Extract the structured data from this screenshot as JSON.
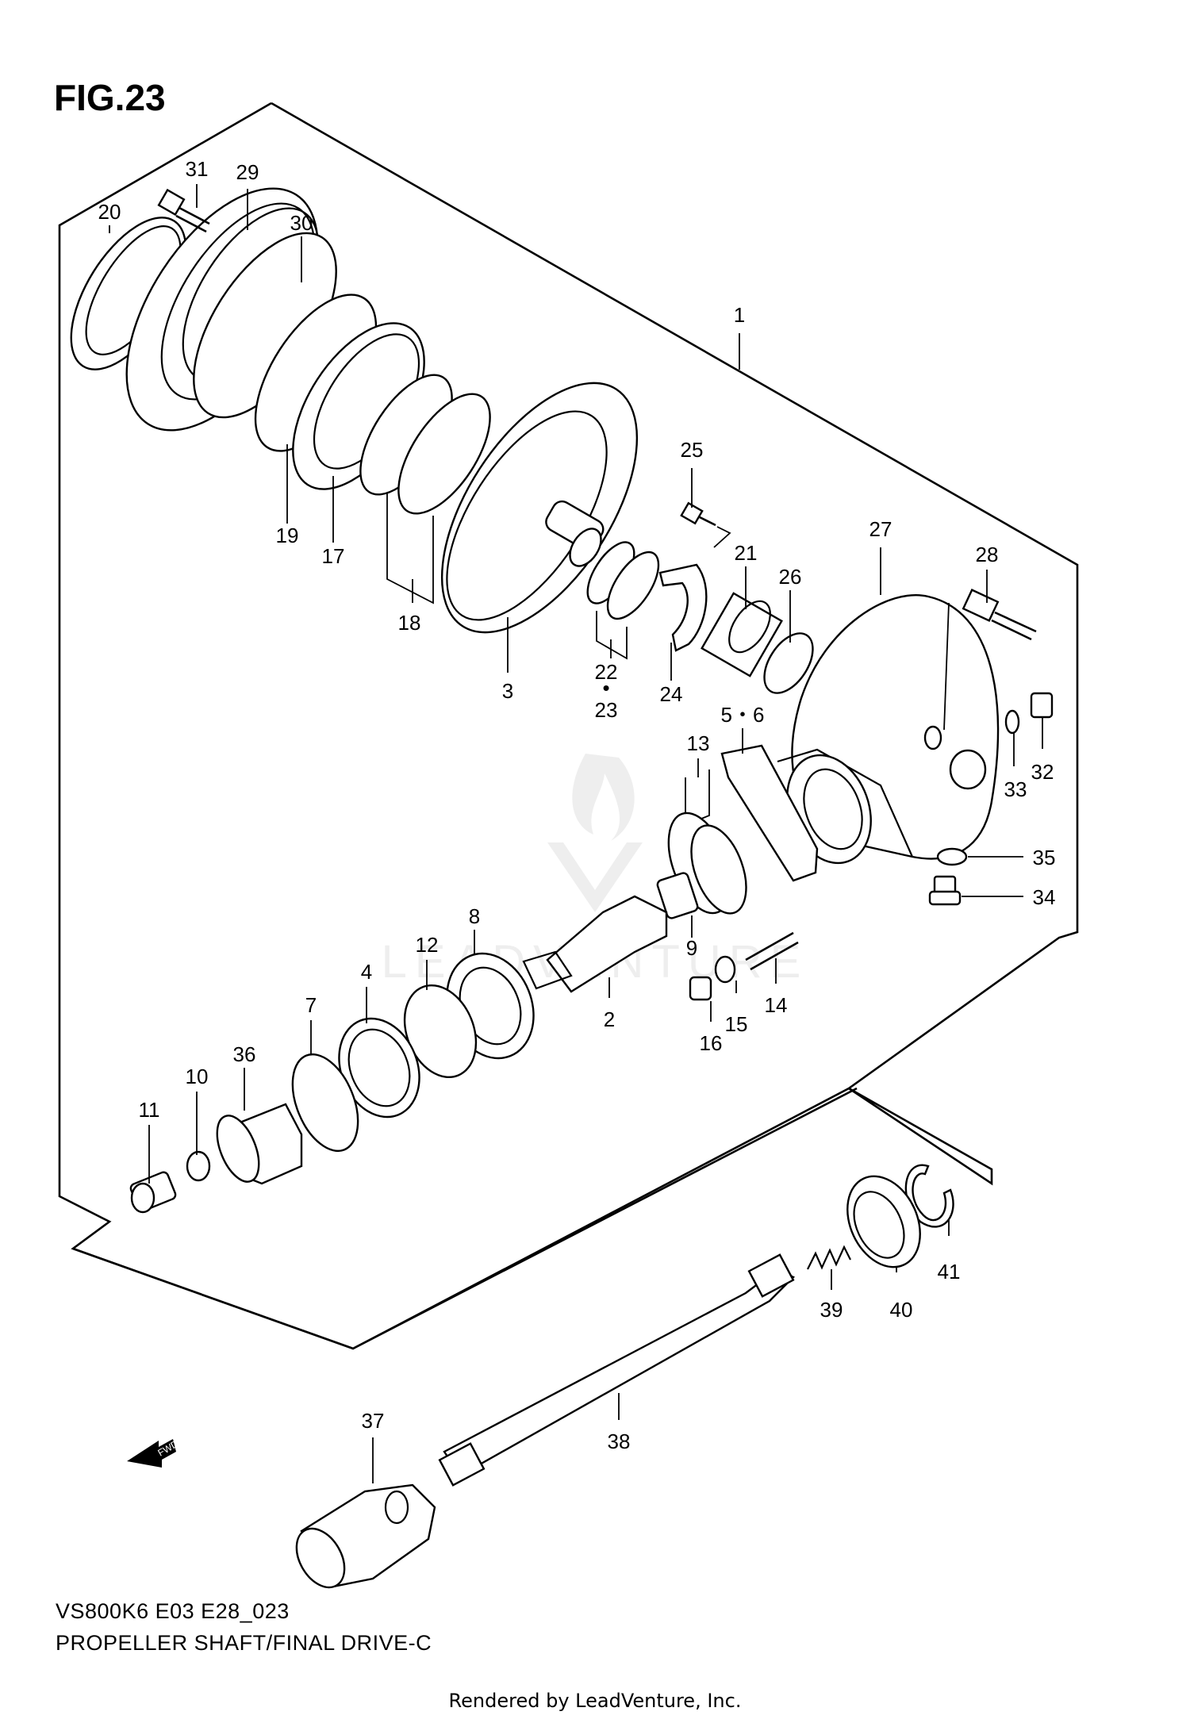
{
  "figure": {
    "title": "FIG.23",
    "model_code": "VS800K6 E03 E28_023",
    "caption": "PROPELLER SHAFT/FINAL DRIVE-C",
    "credit": "Rendered by LeadVenture, Inc.",
    "fwd_label": "FWD"
  },
  "callouts": [
    {
      "id": "c31",
      "text": "31"
    },
    {
      "id": "c29",
      "text": "29"
    },
    {
      "id": "c20",
      "text": "20"
    },
    {
      "id": "c30",
      "text": "30"
    },
    {
      "id": "c1",
      "text": "1"
    },
    {
      "id": "c25",
      "text": "25"
    },
    {
      "id": "c27",
      "text": "27"
    },
    {
      "id": "c28",
      "text": "28"
    },
    {
      "id": "c19",
      "text": "19"
    },
    {
      "id": "c17",
      "text": "17"
    },
    {
      "id": "c18",
      "text": "18"
    },
    {
      "id": "c3",
      "text": "3"
    },
    {
      "id": "c21",
      "text": "21"
    },
    {
      "id": "c26",
      "text": "26"
    },
    {
      "id": "c22",
      "text": "22"
    },
    {
      "id": "c23",
      "text": "23"
    },
    {
      "id": "c24",
      "text": "24"
    },
    {
      "id": "c56",
      "text": "5・6"
    },
    {
      "id": "c13",
      "text": "13"
    },
    {
      "id": "c32",
      "text": "32"
    },
    {
      "id": "c33",
      "text": "33"
    },
    {
      "id": "c35",
      "text": "35"
    },
    {
      "id": "c34",
      "text": "34"
    },
    {
      "id": "c8",
      "text": "8"
    },
    {
      "id": "c12",
      "text": "12"
    },
    {
      "id": "c4",
      "text": "4"
    },
    {
      "id": "c9",
      "text": "9"
    },
    {
      "id": "c2",
      "text": "2"
    },
    {
      "id": "c14",
      "text": "14"
    },
    {
      "id": "c15",
      "text": "15"
    },
    {
      "id": "c16",
      "text": "16"
    },
    {
      "id": "c7",
      "text": "7"
    },
    {
      "id": "c36",
      "text": "36"
    },
    {
      "id": "c10",
      "text": "10"
    },
    {
      "id": "c11",
      "text": "11"
    },
    {
      "id": "c39",
      "text": "39"
    },
    {
      "id": "c40",
      "text": "40"
    },
    {
      "id": "c41",
      "text": "41"
    },
    {
      "id": "c37",
      "text": "37"
    },
    {
      "id": "c38",
      "text": "38"
    }
  ]
}
